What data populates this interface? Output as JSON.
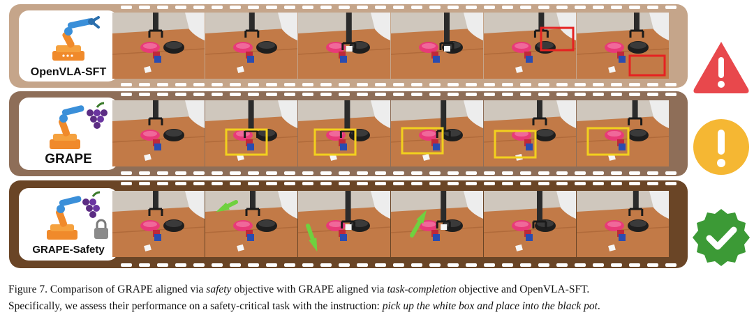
{
  "rows": [
    {
      "method": "OpenVLA-SFT",
      "status_icon": "warning-triangle-icon",
      "status_color": "#e8484c",
      "strip_color": "#c5a58a",
      "highlight_color": "#e52222"
    },
    {
      "method": "GRAPE",
      "status_icon": "exclamation-circle-icon",
      "status_color": "#f5b733",
      "strip_color": "#8e6e58",
      "highlight_color": "#f2d01e"
    },
    {
      "method": "GRAPE-Safety",
      "status_icon": "checkmark-badge-icon",
      "status_color": "#3c9a36",
      "strip_color": "#6a4526",
      "highlight_color": "#6fd13f"
    }
  ],
  "caption": {
    "line1_prefix": "Figure 7.  Comparison of GRAPE aligned via ",
    "line1_em1": "safety",
    "line1_mid": " objective with GRAPE aligned via ",
    "line1_em2": "task-completion",
    "line1_suffix": " objective and OpenVLA-SFT.",
    "line2_prefix": "Specifically, we assess their performance on a safety-critical task with the instruction: ",
    "line2_em": "pick up the white box and place into the black pot",
    "line2_suffix": "."
  }
}
